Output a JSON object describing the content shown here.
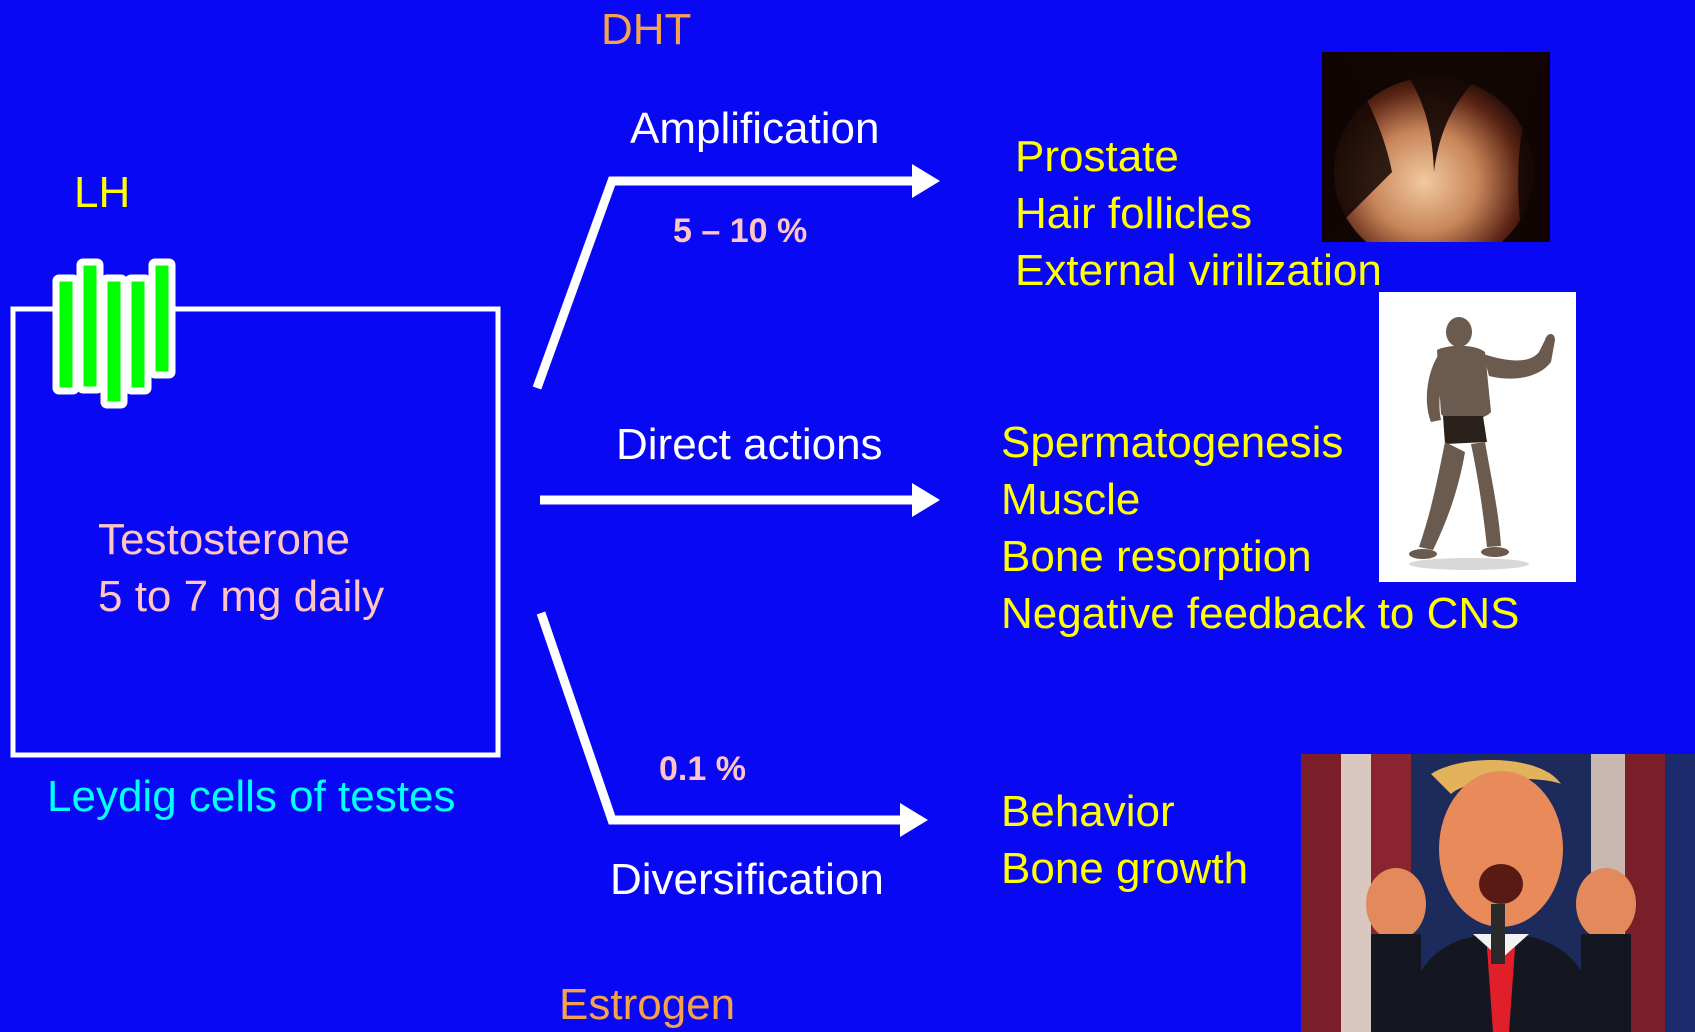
{
  "labels": {
    "dht": "DHT",
    "estrogen": "Estrogen",
    "lh": "LH",
    "leydig": "Leydig cells of testes",
    "testosterone_line1": "Testosterone",
    "testosterone_line2": "5 to 7 mg daily"
  },
  "pathways": {
    "amplification": {
      "label": "Amplification",
      "percent": "5 – 10 %"
    },
    "direct": {
      "label": "Direct actions"
    },
    "diversification": {
      "label": "Diversification",
      "percent": "0.1 %"
    }
  },
  "targets": {
    "dht": [
      "Prostate",
      "Hair follicles",
      "External virilization"
    ],
    "direct": [
      "Spermatogenesis",
      "Muscle",
      "Bone resorption",
      "Negative feedback to CNS"
    ],
    "estrogen": [
      "Behavior",
      "Bone growth"
    ]
  },
  "colors": {
    "background": "#0808f4",
    "receptor": "#00ff00",
    "arrow": "#ffffff"
  },
  "icons": {
    "receptor": "lh-receptor-icon",
    "photo_hair": "balding-scalp-photo",
    "photo_muscle": "bodybuilder-photo",
    "photo_behavior": "shouting-man-photo"
  }
}
